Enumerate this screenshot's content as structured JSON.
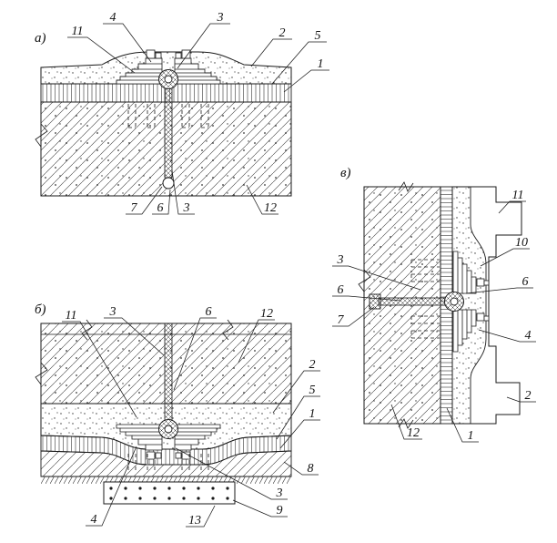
{
  "drawing": {
    "background_color": "#ffffff",
    "ink_color": "#1a1a1a",
    "views": {
      "a": {
        "label": "а)",
        "callouts": {
          "top_4": "4",
          "top_3": "3",
          "left_11": "11",
          "right_2": "2",
          "right_5": "5",
          "right_1": "1",
          "bottom_7": "7",
          "bottom_6": "6",
          "bottom_3": "3",
          "bottom_12": "12"
        }
      },
      "b": {
        "label": "б)",
        "callouts": {
          "top_11": "11",
          "top_3": "3",
          "top_6": "6",
          "top_12": "12",
          "right_2": "2",
          "right_5": "5",
          "right_1": "1",
          "right_8": "8",
          "bottom_3": "3",
          "bottom_9": "9",
          "bottom_13": "13",
          "bottom_4": "4"
        }
      },
      "v": {
        "label": "в)",
        "callouts": {
          "right_11": "11",
          "right_10": "10",
          "right_6": "6",
          "right_4": "4",
          "right_2": "2",
          "left_3": "3",
          "left_6": "6",
          "left_7": "7",
          "bottom_12": "12",
          "bottom_1": "1"
        }
      }
    }
  }
}
